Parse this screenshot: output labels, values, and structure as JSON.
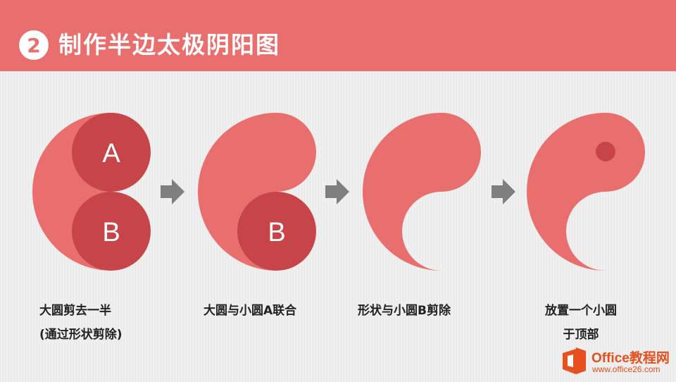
{
  "header": {
    "step_number": "2",
    "title": "制作半边太极阴阳图"
  },
  "diagram": {
    "step1": {
      "circle_a": "A",
      "circle_b": "B"
    },
    "step2": {
      "circle_b": "B"
    }
  },
  "captions": {
    "step1_line1": "大圆剪去一半",
    "step1_line2": "(通过形状剪除)",
    "step2_line1": "大圆与小圆A联合",
    "step3_line1": "形状与小圆B剪除",
    "step4_line1": "放置一个小圆",
    "step4_line2": "于顶部"
  },
  "watermark": {
    "brand": "Office教程网",
    "url": "www.office26.com"
  },
  "colors": {
    "header": "#e96f6e",
    "shape_light": "#e96f6e",
    "shape_dark": "#c74548",
    "arrow": "#7f7f7f"
  }
}
